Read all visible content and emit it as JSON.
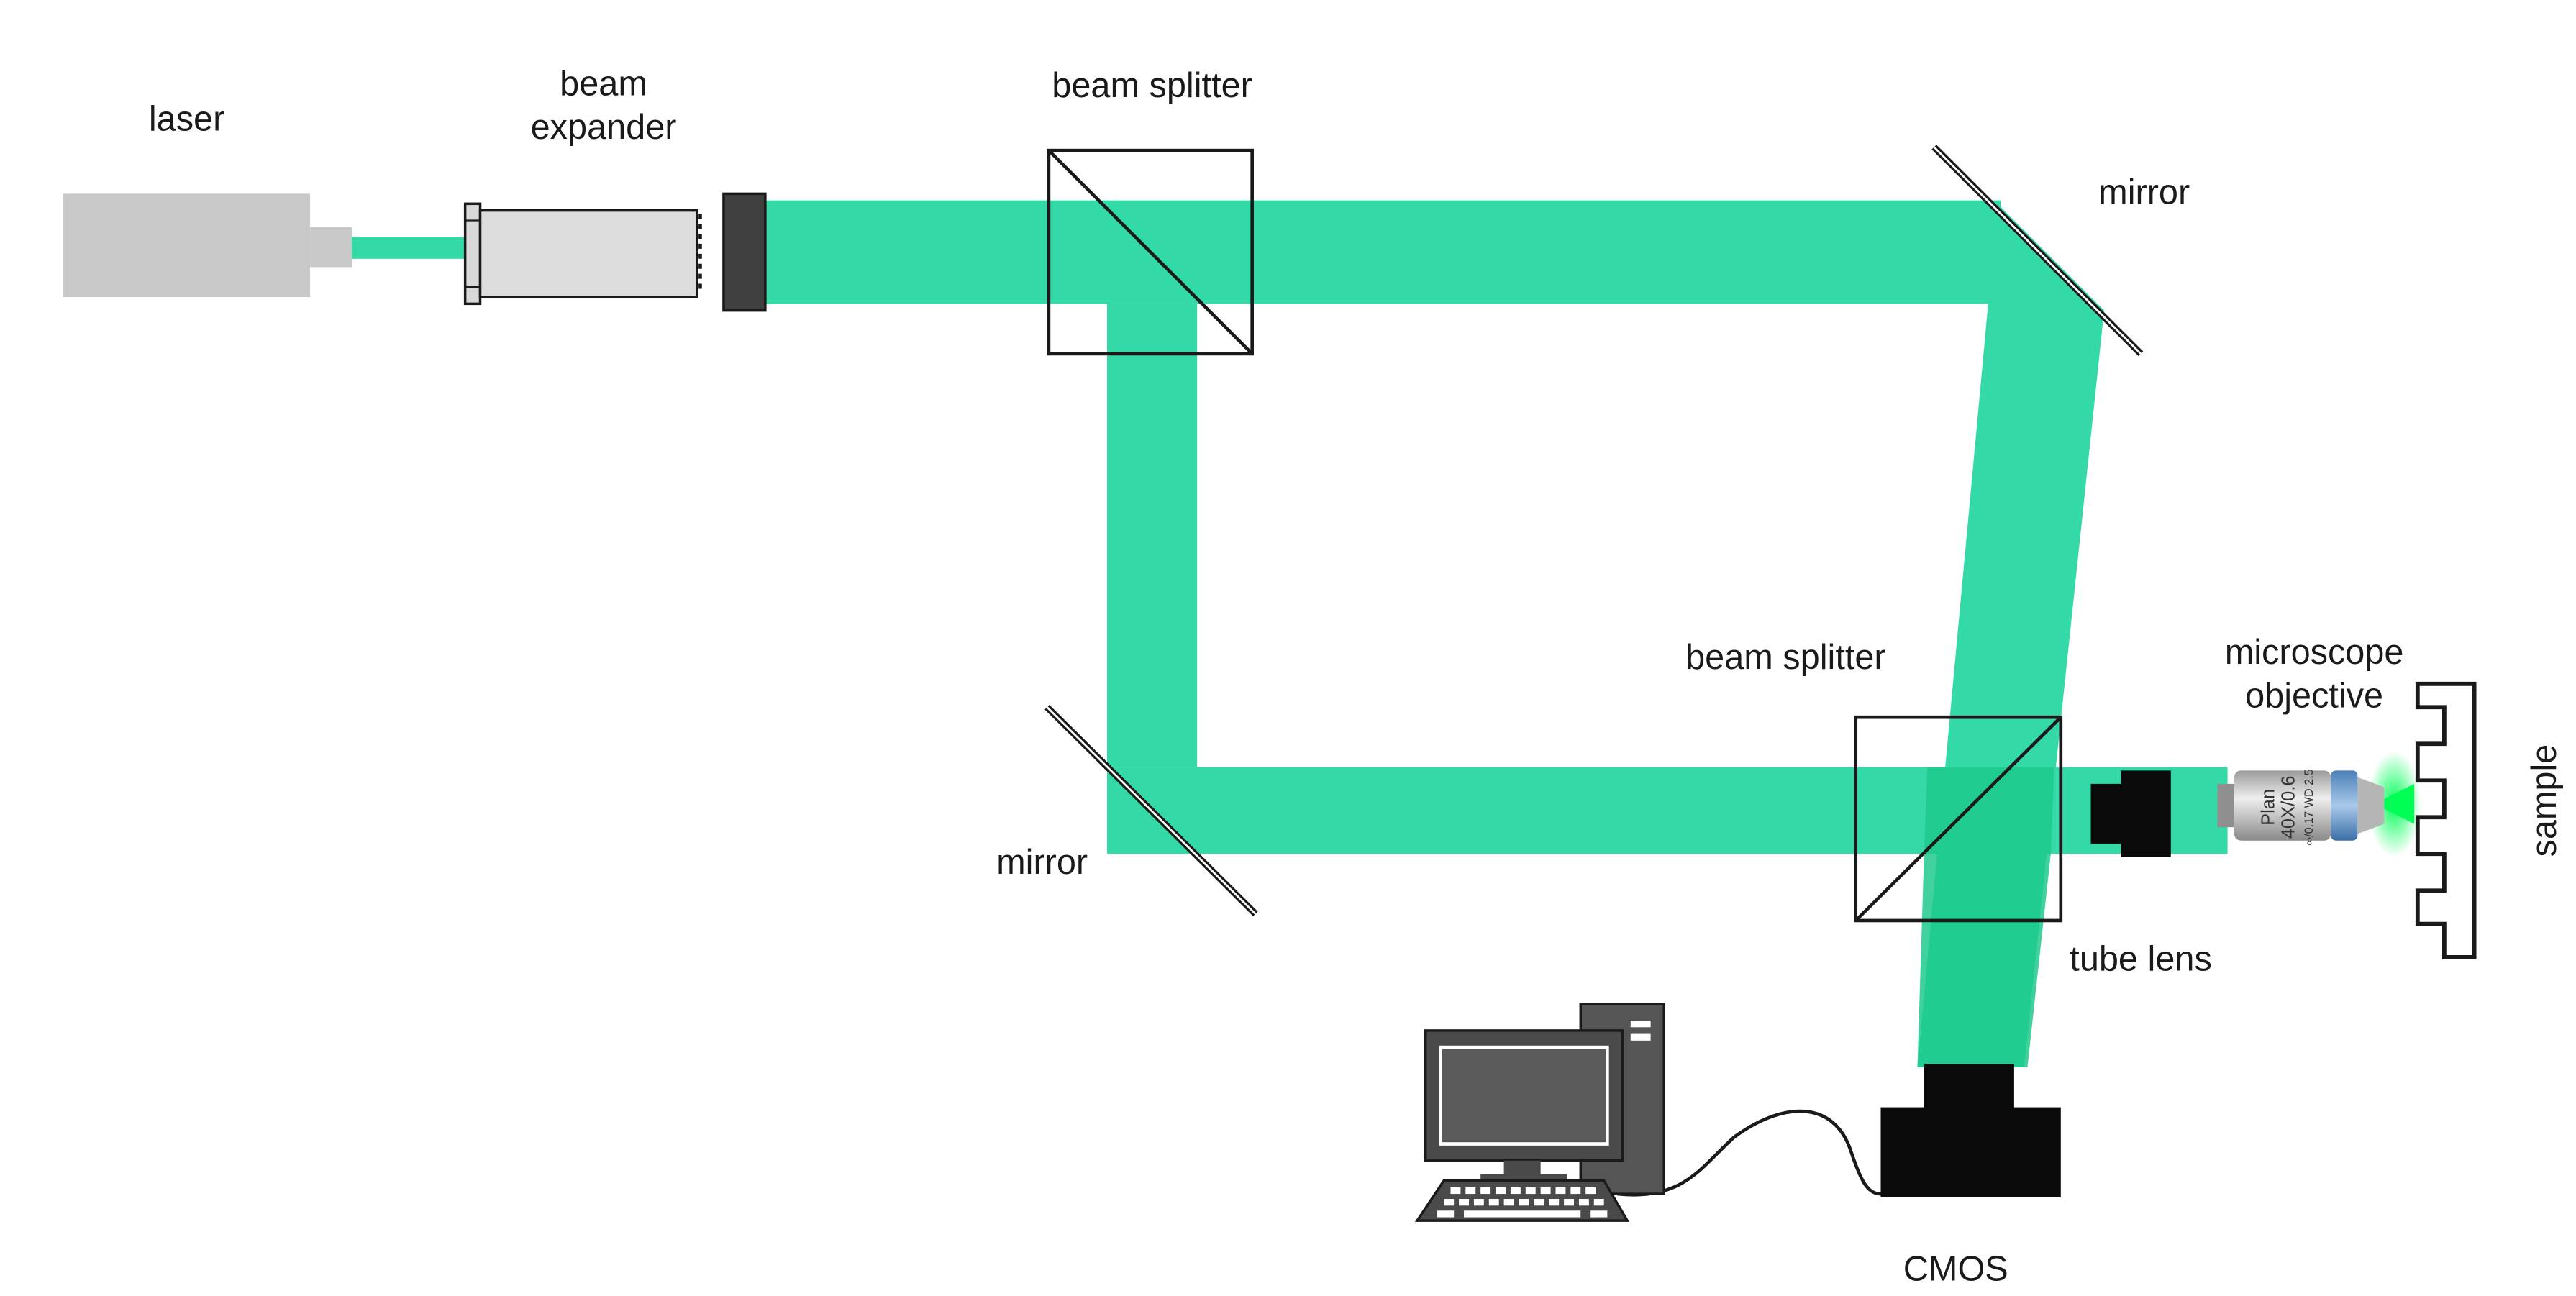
{
  "labels": {
    "laser": "laser",
    "beam_expander_1": "beam",
    "beam_expander_2": "expander",
    "beam_splitter_top": "beam splitter",
    "mirror_top_right": "mirror",
    "beam_splitter_bottom": "beam splitter",
    "microscope_objective_1": "microscope",
    "microscope_objective_2": "objective",
    "sample": "sample",
    "mirror_bottom_left": "mirror",
    "tube_lens": "tube lens",
    "cmos": "CMOS"
  },
  "objective_engraving": {
    "line1": "Plan",
    "line2": "40X/0.6",
    "line3": "∞/0.17 WD 2.5"
  },
  "colors": {
    "beam": "#33d9a6",
    "beam_overlap": "#1fc98c",
    "laser_body": "#c8c8c8",
    "outline": "#1a1a1a",
    "device_black": "#0a0a0a",
    "computer_gray": "#555555"
  }
}
